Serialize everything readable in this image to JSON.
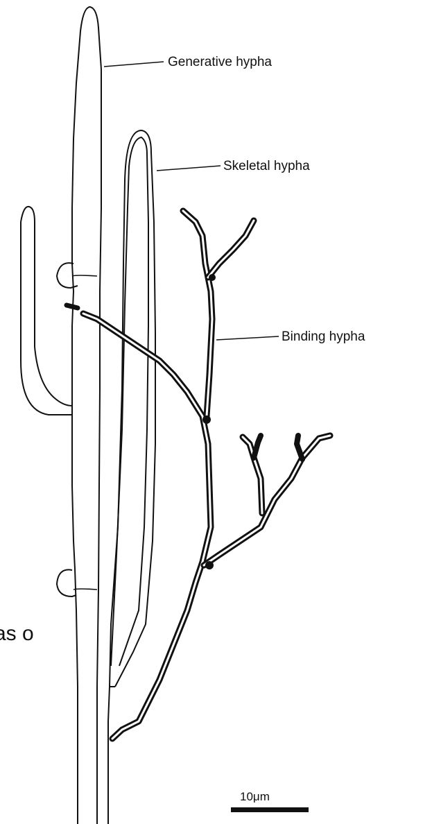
{
  "labels": {
    "generative": "Generative hypha",
    "skeletal": "Skeletal hypha",
    "binding": "Binding hypha"
  },
  "scale_bar": {
    "label": "10μm"
  },
  "cropped_text": "as o",
  "colors": {
    "ink": "#111111",
    "paper": "#ffffff"
  }
}
